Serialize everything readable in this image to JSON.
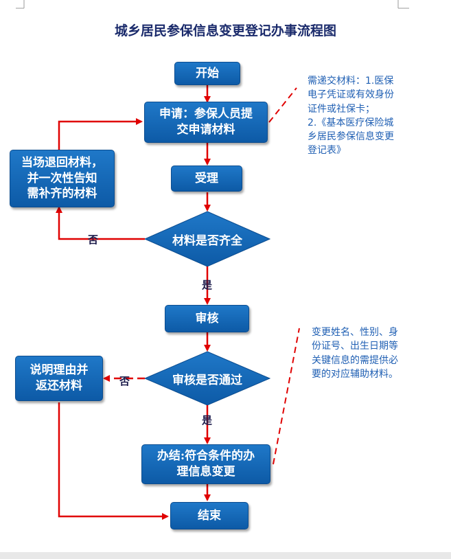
{
  "title": "城乡居民参保信息变更登记办事流程图",
  "nodes": {
    "start": "开始",
    "apply": "申请：参保人员提\n交申请材料",
    "accept": "受理",
    "complete_check": "材料是否齐全",
    "review": "审核",
    "review_pass": "审核是否通过",
    "finish": "办结:符合条件的办\n理信息变更",
    "end": "结束",
    "return_materials": "当场退回材料，\n并一次性告知\n需补齐的材料",
    "explain_return": "说明理由并\n返还材料"
  },
  "edge_labels": {
    "no1": "否",
    "yes1": "是",
    "no2": "否",
    "yes2": "是"
  },
  "notes": {
    "materials": "需递交材料：1.医保\n电子凭证或有效身份\n证件或社保卡；\n2.《基本医疗保险城\n乡居民参保信息变更\n登记表》",
    "key_info": "变更姓名、性别、身\n份证号、出生日期等\n关键信息的需提供必\n要的对应辅助材料。"
  },
  "colors": {
    "box": "#1565b8",
    "arrow": "#e00000",
    "note_text": "#1f5fb3"
  }
}
